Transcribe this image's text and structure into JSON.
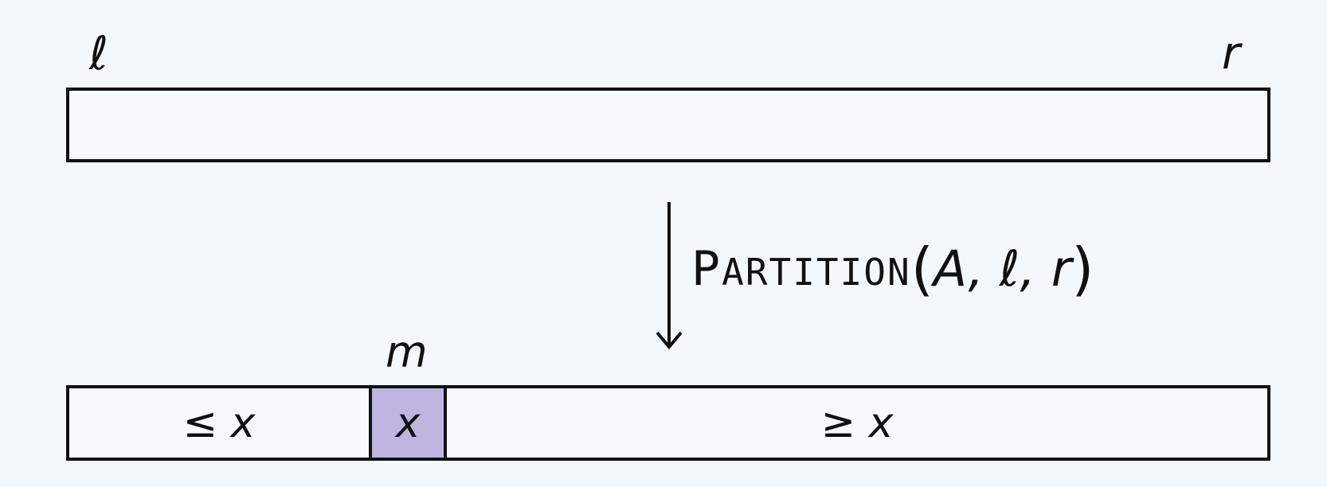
{
  "top_array": {
    "left_label": "ℓ",
    "right_label": "r"
  },
  "operation": {
    "name_initial": "P",
    "name_rest": "ARTITION",
    "open_paren": "(",
    "arguments": "A, ℓ, r",
    "close_paren": ")"
  },
  "bottom_array": {
    "pivot_index_label": "m",
    "left_segment_label": "≤ x",
    "pivot_label": "x",
    "right_segment_label": "≥ x",
    "pivot_color": "#bdb5df"
  }
}
